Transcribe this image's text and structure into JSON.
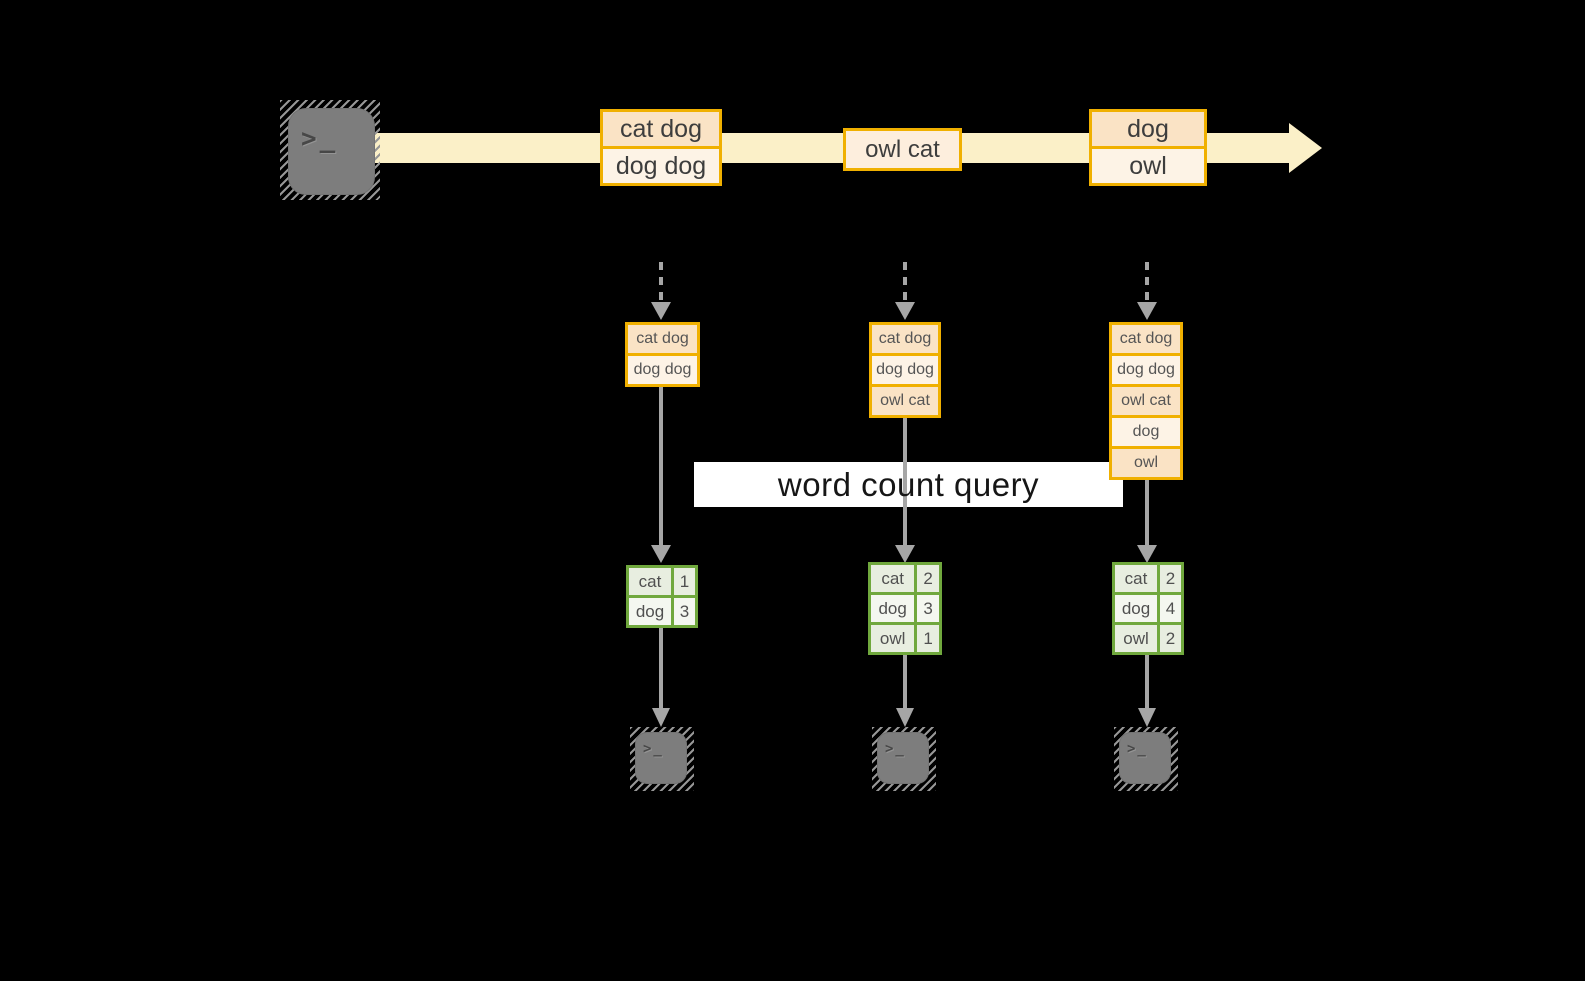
{
  "banner": {
    "label": "word count query"
  },
  "icons": {
    "terminal_glyph": ">_",
    "source_icon": "terminal-icon",
    "sink_icon": "terminal-icon",
    "stream_icon": "right-arrow"
  },
  "stream": {
    "events": [
      {
        "lines": [
          "cat dog",
          "dog dog"
        ]
      },
      {
        "lines": [
          "owl cat"
        ]
      },
      {
        "lines": [
          "dog",
          "owl"
        ]
      }
    ]
  },
  "columns": [
    {
      "buffer": [
        "cat dog",
        "dog dog"
      ],
      "counts": [
        {
          "word": "cat",
          "count": "1"
        },
        {
          "word": "dog",
          "count": "3"
        }
      ]
    },
    {
      "buffer": [
        "cat dog",
        "dog dog",
        "owl cat"
      ],
      "counts": [
        {
          "word": "cat",
          "count": "2"
        },
        {
          "word": "dog",
          "count": "3"
        },
        {
          "word": "owl",
          "count": "1"
        }
      ]
    },
    {
      "buffer": [
        "cat dog",
        "dog dog",
        "owl cat",
        "dog",
        "owl"
      ],
      "counts": [
        {
          "word": "cat",
          "count": "2"
        },
        {
          "word": "dog",
          "count": "4"
        },
        {
          "word": "owl",
          "count": "2"
        }
      ]
    }
  ],
  "colors": {
    "background": "#000000",
    "stream_band": "#fbf0c8",
    "accent_gold": "#f0b000",
    "fill_peach": "#fae3c5",
    "fill_cream": "#fdf3e6",
    "green_border": "#70a83d",
    "green_cell_dark": "#e8eee0",
    "green_cell_light": "#f4f7f0",
    "arrow_gray": "#a6a6a6",
    "terminal_gray": "#7d7d7d",
    "banner_bg": "#ffffff"
  }
}
